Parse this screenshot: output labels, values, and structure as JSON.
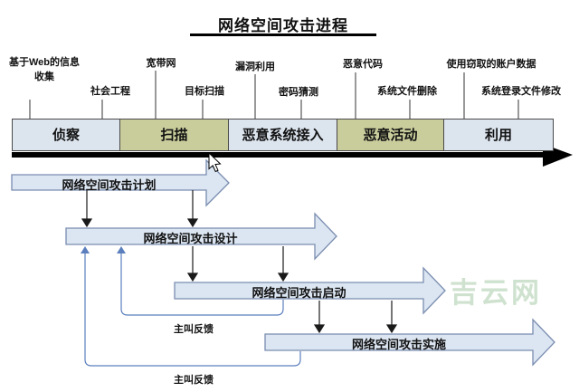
{
  "title": "网络空间攻击进程",
  "top_labels": [
    "基于Web的信息收集",
    "社会工程",
    "宽带网",
    "目标扫描",
    "漏洞利用",
    "密码猜测",
    "恶意代码",
    "系统文件删除",
    "使用窃取的账户数据",
    "系统登录文件修改"
  ],
  "phases": [
    "侦察",
    "扫描",
    "恶意系统接入",
    "恶意活动",
    "利用"
  ],
  "process_arrows": [
    "网络空间攻击计划",
    "网络空间攻击设计",
    "网络空间攻击启动",
    "网络空间攻击实施"
  ],
  "feedback_labels": [
    "主叫反馈",
    "主叫反馈"
  ],
  "watermark": "吉云网",
  "colors": {
    "phase_light": "#dce4ee",
    "phase_olive": "#c9cc9b",
    "process_arrow_fill": "#dce6f2",
    "process_arrow_border": "#7a8db0",
    "feedback_line": "#5b7fbd",
    "timeline_arrow": "#000000",
    "watermark_green": "#cfe2cf"
  }
}
